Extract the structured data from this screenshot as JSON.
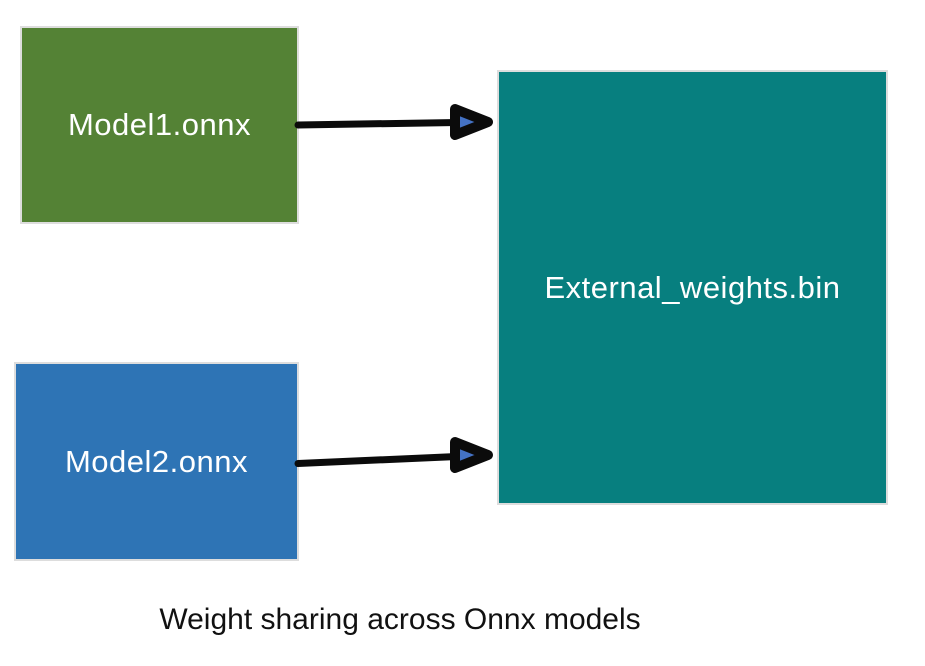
{
  "caption": "Weight sharing across Onnx models",
  "nodes": [
    {
      "id": "model1",
      "label": "Model1.onnx",
      "fill": "#548235",
      "text_color": "#FFFFFF"
    },
    {
      "id": "model2",
      "label": "Model2.onnx",
      "fill": "#2E74B5",
      "text_color": "#FFFFFF"
    },
    {
      "id": "external-weights",
      "label": "External_weights.bin",
      "fill": "#077F7F",
      "text_color": "#FFFFFF"
    }
  ],
  "edges": [
    {
      "from": "model1",
      "to": "external-weights"
    },
    {
      "from": "model2",
      "to": "external-weights"
    }
  ],
  "arrow_style": {
    "line_color": "#0B0B0B",
    "head_fill": "#4472C4",
    "head_stroke": "#0B0B0B"
  }
}
